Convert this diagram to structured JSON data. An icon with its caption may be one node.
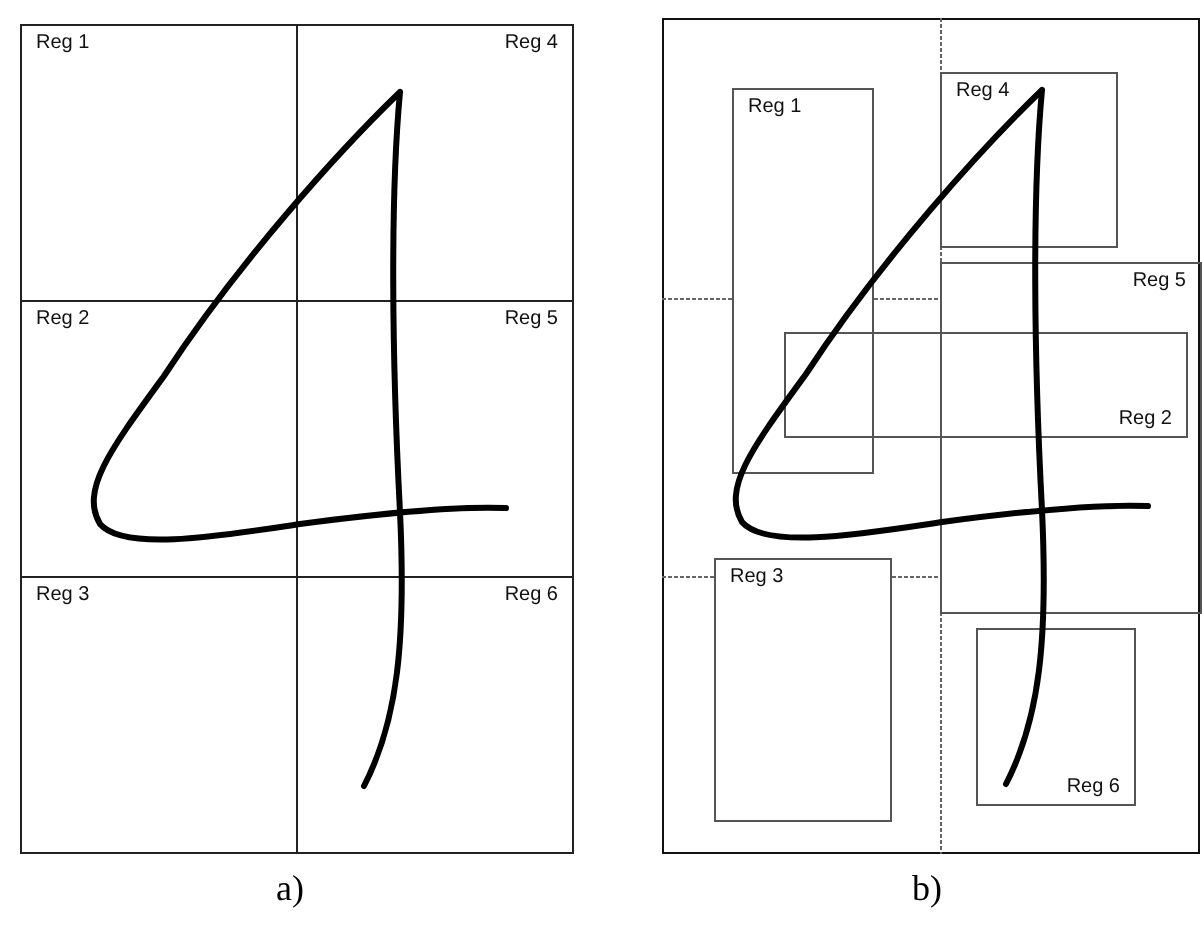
{
  "diagram": {
    "nodes": [
      {
        "text": [
          "Reg 1"
        ]
      },
      {
        "text": [
          "Reg 4"
        ]
      },
      {
        "text": [
          "Reg 2"
        ]
      },
      {
        "text": [
          "Reg 5"
        ]
      },
      {
        "text": [
          "Reg 3"
        ]
      },
      {
        "text": [
          "Reg 6"
        ]
      },
      {
        "text": [
          "Reg 4"
        ]
      },
      {
        "text": [
          "Reg 1"
        ]
      },
      {
        "text": [
          "Reg 5"
        ]
      },
      {
        "text": [
          "Reg 2"
        ]
      },
      {
        "text": [
          "Reg 3"
        ]
      },
      {
        "text": [
          "Reg 6"
        ]
      }
    ],
    "labels": [
      "a)",
      "b)"
    ]
  }
}
